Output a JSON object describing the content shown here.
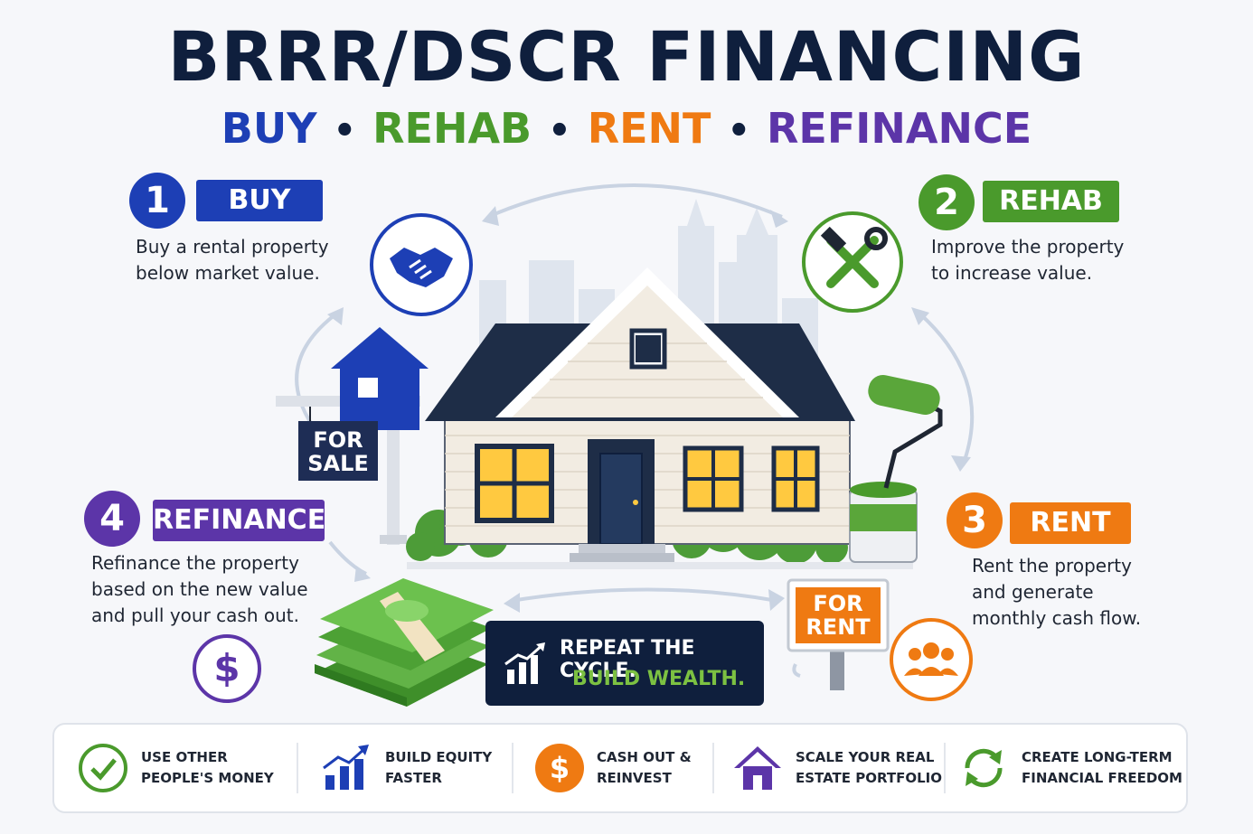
{
  "header": {
    "title": "BRRR/DSCR FINANCING",
    "subtitle": {
      "buy": "BUY",
      "rehab": "REHAB",
      "rent": "RENT",
      "refinance": "REFINANCE",
      "separator": "•"
    }
  },
  "steps": [
    {
      "number": "1",
      "label": "BUY",
      "line1": "Buy a rental property",
      "line2": "below market value.",
      "color": "#1d3fb5",
      "icon": "handshake-icon"
    },
    {
      "number": "2",
      "label": "REHAB",
      "line1": "Improve the property",
      "line2": "to increase value.",
      "color": "#4a9a2c",
      "icon": "tools-icon"
    },
    {
      "number": "3",
      "label": "RENT",
      "line1": "Rent the property",
      "line2": "and generate",
      "line3": "monthly cash flow.",
      "color": "#ef7a12",
      "icon": "people-icon"
    },
    {
      "number": "4",
      "label": "REFINANCE",
      "line1": "Refinance the property",
      "line2": "based on the new value",
      "line3": "and pull your cash out.",
      "color": "#5c35a8",
      "icon": "dollar-icon"
    }
  ],
  "signs": {
    "for_sale_1": "FOR",
    "for_sale_2": "SALE",
    "for_rent_1": "FOR",
    "for_rent_2": "RENT"
  },
  "cta": {
    "line1": "REPEAT THE CYCLE.",
    "line2": "BUILD WEALTH."
  },
  "benefits": [
    {
      "line1": "USE OTHER",
      "line2": "PEOPLE'S MONEY",
      "icon": "check-circle-icon",
      "color": "#4a9a2c"
    },
    {
      "line1": "BUILD EQUITY",
      "line2": "FASTER",
      "icon": "growth-chart-icon",
      "color": "#1d3fb5"
    },
    {
      "line1": "CASH OUT &",
      "line2": "REINVEST",
      "icon": "dollar-coin-icon",
      "color": "#ef7a12"
    },
    {
      "line1": "SCALE YOUR REAL",
      "line2": "ESTATE PORTFOLIO",
      "icon": "house-icon",
      "color": "#5c35a8"
    },
    {
      "line1": "CREATE LONG-TERM",
      "line2": "FINANCIAL FREEDOM",
      "icon": "cycle-arrows-icon",
      "color": "#4a9a2c"
    }
  ],
  "colors": {
    "navy": "#0f1f3d",
    "blue": "#1d3fb5",
    "green": "#4a9a2c",
    "orange": "#ef7a12",
    "purple": "#5c35a8"
  }
}
